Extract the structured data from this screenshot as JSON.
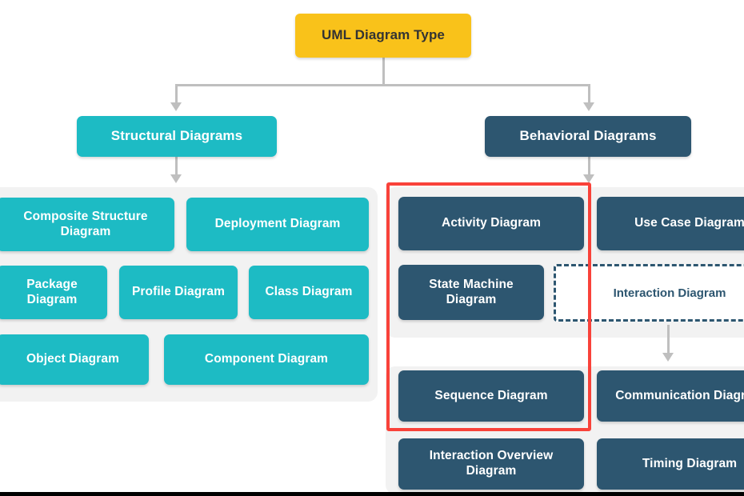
{
  "diagram": {
    "title": "UML Diagram Type",
    "root": {
      "label": "UML Diagram Type"
    },
    "branches": {
      "structural": {
        "label": "Structural Diagrams"
      },
      "behavioral": {
        "label": "Behavioral Diagrams"
      }
    },
    "structural_children": [
      {
        "label": "Composite Structure Diagram"
      },
      {
        "label": "Deployment Diagram"
      },
      {
        "label": "Package Diagram"
      },
      {
        "label": "Profile Diagram"
      },
      {
        "label": "Class Diagram"
      },
      {
        "label": "Object Diagram"
      },
      {
        "label": "Component Diagram"
      }
    ],
    "behavioral_children": [
      {
        "label": "Activity Diagram"
      },
      {
        "label": "Use Case Diagram"
      },
      {
        "label": "State Machine Diagram"
      }
    ],
    "interaction_group": {
      "label": "Interaction Diagram"
    },
    "interaction_children": [
      {
        "label": "Sequence Diagram"
      },
      {
        "label": "Communication Diagram"
      },
      {
        "label": "Interaction Overview Diagram"
      },
      {
        "label": "Timing Diagram"
      }
    ],
    "colors": {
      "root": "#f9c21a",
      "structural": "#1dbbc4",
      "behavioral": "#2d5670",
      "panel": "#f2f2f2",
      "connector": "#bfbfbf",
      "highlight": "#f9423a",
      "background": "#ffffff"
    },
    "highlight": {
      "label": "selection-highlight"
    }
  }
}
